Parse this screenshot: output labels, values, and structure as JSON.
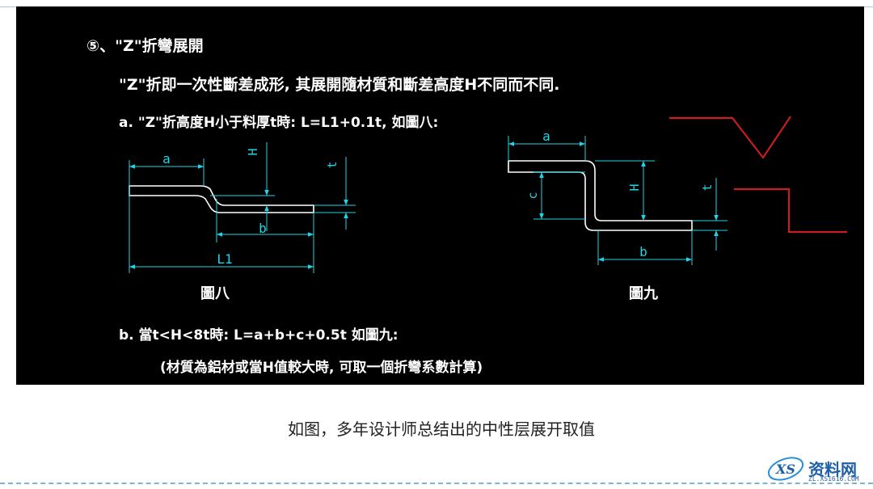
{
  "slide": {
    "heading": "⑤、\"Z\"折彎展開",
    "description": "\"Z\"折即一次性斷差成形, 其展開隨材質和斷差高度H不同而不同.",
    "case_a": "a. \"Z\"折高度H小于料厚t時: L=L1+0.1t, 如圖八:",
    "case_b": "b. 當t<H<8t時:      L=a+b+c+0.5t     如圖九:",
    "note": "(材質為鋁材或當H值較大時, 可取一個折彎系數計算)",
    "figure8": {
      "caption": "圖八",
      "labels": {
        "a": "a",
        "b": "b",
        "H": "H",
        "t": "t",
        "L1": "L1"
      }
    },
    "figure9": {
      "caption": "圖九",
      "labels": {
        "a": "a",
        "b": "b",
        "c": "c",
        "H": "H",
        "t": "t"
      }
    }
  },
  "caption": "如图，多年设计师总结出的中性层展开取值",
  "watermark": {
    "name": "资料网",
    "url": "ZL.XS1616.COM"
  },
  "colors": {
    "dimension": "#1fd6e6",
    "profile": "#ffffff",
    "sketch": "#c81e1e",
    "background": "#000000"
  }
}
